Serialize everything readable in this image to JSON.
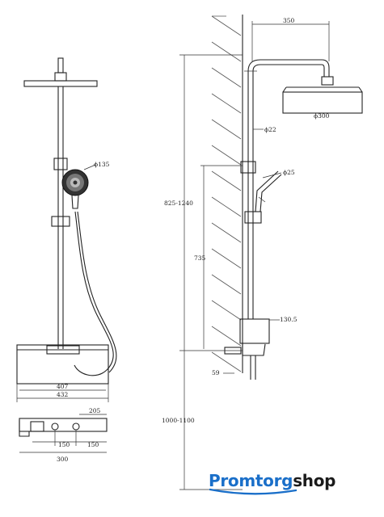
{
  "dimensions": {
    "hand_shower_diameter": "ϕ135",
    "shelf_width_inner": "407",
    "shelf_width_outer": "432",
    "top_view_depth": "205",
    "top_view_left_spacing": "150",
    "top_view_right_spacing": "150",
    "top_view_total": "300",
    "arm_reach": "350",
    "head_diameter": "ϕ300",
    "pipe_diameter": "ϕ22",
    "holder_diameter": "ϕ25",
    "height_adjust_range": "825-1240",
    "slide_bar_length": "735",
    "valve_offset": "130.5",
    "spout_depth": "59",
    "mount_height": "1000-1100"
  },
  "logo": {
    "part1": "Promtorg",
    "part2": "shop",
    "color_primary": "#1a6fc9",
    "color_secondary": "#1b1b1b"
  }
}
